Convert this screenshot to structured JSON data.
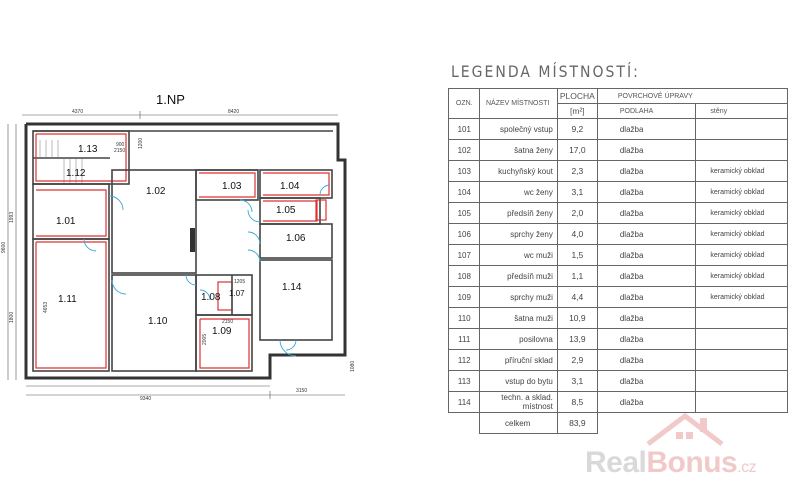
{
  "plan": {
    "title": "1.NP",
    "rooms": [
      {
        "id": "1.13",
        "label": "1.13"
      },
      {
        "id": "1.12",
        "label": "1.12"
      },
      {
        "id": "1.01",
        "label": "1.01"
      },
      {
        "id": "1.02",
        "label": "1.02"
      },
      {
        "id": "1.03",
        "label": "1.03"
      },
      {
        "id": "1.04",
        "label": "1.04"
      },
      {
        "id": "1.05",
        "label": "1.05"
      },
      {
        "id": "1.06",
        "label": "1.06"
      },
      {
        "id": "1.07",
        "label": "1.07"
      },
      {
        "id": "1.08",
        "label": "1.08"
      },
      {
        "id": "1.09",
        "label": "1.09"
      },
      {
        "id": "1.10",
        "label": "1.10"
      },
      {
        "id": "1.11",
        "label": "1.11"
      },
      {
        "id": "1.14",
        "label": "1.14"
      }
    ],
    "dims": {
      "top_left": "4370",
      "top_right": "8420",
      "bottom_left": "9340",
      "bottom_right": "3150",
      "left_total": "9600",
      "left_a": "1993",
      "left_b": "4653",
      "left_c": "1800",
      "right_a": "1080",
      "d1": "900",
      "d2": "2150",
      "d3": "1200",
      "d4": "2150",
      "d5": "1205",
      "d6": "2005"
    }
  },
  "legend": {
    "title": "LEGENDA MÍSTNOSTÍ:",
    "headers": {
      "no": "OZN.",
      "name": "NÁZEV MÍSTNOSTI",
      "area_top": "PLOCHA",
      "area_unit": "[m²]",
      "finishes": "POVRCHOVÉ ÚPRAVY",
      "floor": "PODLAHA",
      "walls": "stěny"
    },
    "rows": [
      {
        "no": "101",
        "name": "společný vstup",
        "area": "9,2",
        "floor": "dlažba",
        "walls": ""
      },
      {
        "no": "102",
        "name": "šatna ženy",
        "area": "17,0",
        "floor": "dlažba",
        "walls": ""
      },
      {
        "no": "103",
        "name": "kuchyňský kout",
        "area": "2,3",
        "floor": "dlažba",
        "walls": "keramický obklad"
      },
      {
        "no": "104",
        "name": "wc ženy",
        "area": "3,1",
        "floor": "dlažba",
        "walls": "keramický obklad"
      },
      {
        "no": "105",
        "name": "předsíň ženy",
        "area": "2,0",
        "floor": "dlažba",
        "walls": "keramický obklad"
      },
      {
        "no": "106",
        "name": "sprchy ženy",
        "area": "4,0",
        "floor": "dlažba",
        "walls": "keramický obklad"
      },
      {
        "no": "107",
        "name": "wc muži",
        "area": "1,5",
        "floor": "dlažba",
        "walls": "keramický obklad"
      },
      {
        "no": "108",
        "name": "předsíň muži",
        "area": "1,1",
        "floor": "dlažba",
        "walls": "keramický obklad"
      },
      {
        "no": "109",
        "name": "sprchy muži",
        "area": "4,4",
        "floor": "dlažba",
        "walls": "keramický obklad"
      },
      {
        "no": "110",
        "name": "šatna muži",
        "area": "10,9",
        "floor": "dlažba",
        "walls": ""
      },
      {
        "no": "111",
        "name": "posilovna",
        "area": "13,9",
        "floor": "dlažba",
        "walls": ""
      },
      {
        "no": "112",
        "name": "příruční sklad",
        "area": "2,9",
        "floor": "dlažba",
        "walls": ""
      },
      {
        "no": "113",
        "name": "vstup do bytu",
        "area": "3,1",
        "floor": "dlažba",
        "walls": ""
      },
      {
        "no": "114",
        "name": "techn. a sklad. místnost",
        "area": "8,5",
        "floor": "dlažba",
        "walls": ""
      }
    ],
    "total_label": "celkem",
    "total_area": "83,9"
  },
  "watermark": {
    "brand_a": "Real",
    "brand_b": "Bonus",
    "tld": ".cz",
    "colors": {
      "grey": "#d9d9d9",
      "pink": "#f1c9c9"
    }
  }
}
